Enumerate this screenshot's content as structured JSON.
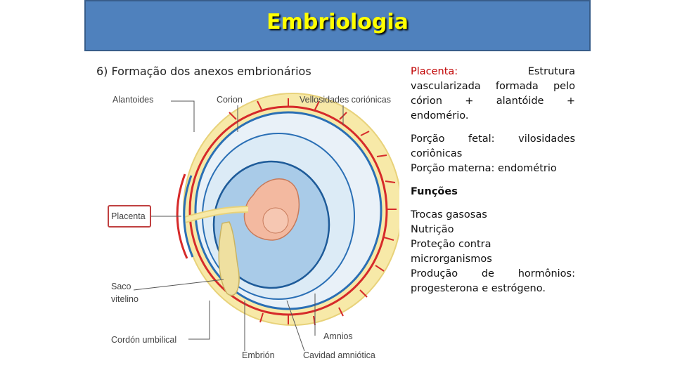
{
  "title": "Embriologia",
  "subtitle": "6) Formação dos anexos embrionários",
  "figure": {
    "labels": {
      "alantoides": "Alantoides",
      "corion": "Corion",
      "vellosidades": "Vellosidades coriónicas",
      "placenta": "Placenta",
      "saco_l1": "Saco",
      "saco_l2": "vitelino",
      "cordon": "Cordón umbilical",
      "amnios": "Amnios",
      "embrion": "Embrión",
      "cavidad": "Cavidad amniótica"
    }
  },
  "right": {
    "placenta_label": "Placenta:",
    "placenta_text": " Estrutura vascularizada formada pelo córion + alantóide + endomério.",
    "porcao_fetal": "Porção fetal: vilosidades coriônicas",
    "porcao_materna": "Porção materna: endométrio",
    "funcoes_heading": "Funções",
    "funcoes": [
      "Trocas gasosas",
      "Nutrição",
      "Proteção contra microrganismos",
      "Produção de hormônios: progesterona e estrógeno."
    ]
  },
  "colors": {
    "title_bg": "#4f81bd",
    "title_text": "#ffff00",
    "accent_red": "#c00000"
  }
}
